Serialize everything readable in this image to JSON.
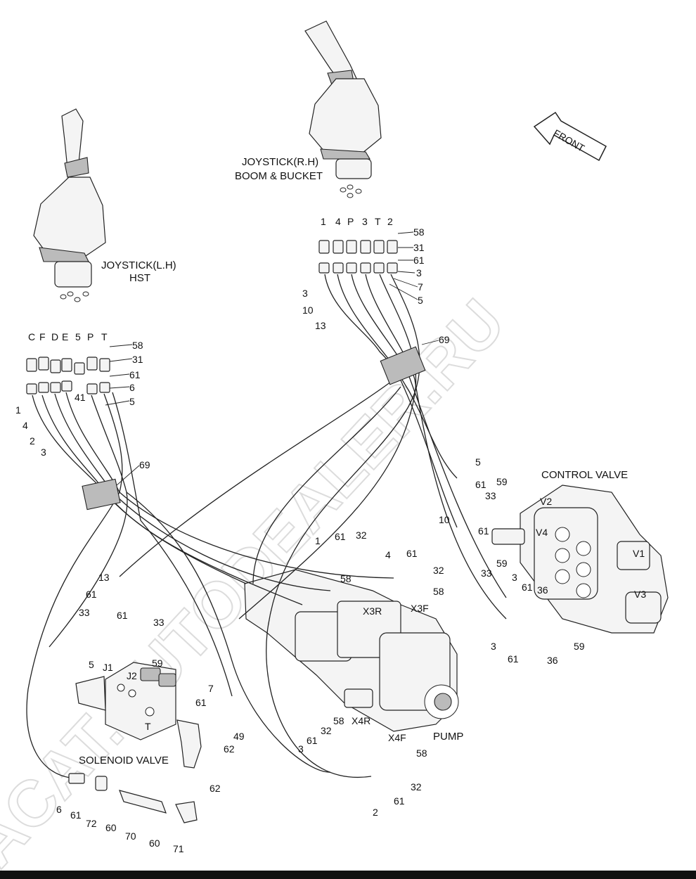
{
  "watermark": "ACAT.AUTODEALER.RU",
  "front_arrow": "FRONT",
  "assemblies": {
    "joystick_lh": "JOYSTICK(L.H)",
    "joystick_lh_sub": "HST",
    "joystick_rh": "JOYSTICK(R.H)",
    "joystick_rh_sub": "BOOM & BUCKET",
    "control_valve": "CONTROL VALVE",
    "solenoid_valve": "SOLENOID VALVE",
    "pump": "PUMP"
  },
  "ports": {
    "lh": [
      "C",
      "F",
      "D",
      "E",
      "5",
      "P",
      "T"
    ],
    "rh": [
      "1",
      "4",
      "P",
      "3",
      "T",
      "2"
    ],
    "pump": [
      "X3R",
      "X3F",
      "X4R",
      "X4F"
    ],
    "valve": [
      "V2",
      "V4",
      "V1",
      "V3"
    ],
    "solenoid": [
      "J1",
      "J2",
      "T"
    ]
  },
  "callouts": {
    "lh_58": "58",
    "lh_31": "31",
    "lh_61": "61",
    "lh_6": "6",
    "lh_5": "5",
    "lh_41": "41",
    "lh_1": "1",
    "lh_4": "4",
    "lh_2": "2",
    "lh_3": "3",
    "lh_69": "69",
    "rh_58": "58",
    "rh_31": "31",
    "rh_61": "61",
    "rh_3a": "3",
    "rh_7": "7",
    "rh_5": "5",
    "rh_3b": "3",
    "rh_10": "10",
    "rh_13": "13",
    "rh_69": "69",
    "cv_5": "5",
    "cv_61a": "61",
    "cv_59a": "59",
    "cv_33a": "33",
    "cv_10": "10",
    "cv_61b": "61",
    "cv_59b": "59",
    "cv_33b": "33",
    "cv_3a": "3",
    "cv_61c": "61",
    "cv_36a": "36",
    "cv_3b": "3",
    "cv_61d": "61",
    "cv_36b": "36",
    "cv_59c": "59",
    "p_1": "1",
    "p_61a": "61",
    "p_32a": "32",
    "p_58a": "58",
    "p_4": "4",
    "p_61b": "61",
    "p_32b": "32",
    "p_58b": "58",
    "p_58c": "58",
    "p_32c": "32",
    "p_61c": "61",
    "p_3": "3",
    "p_58d": "58",
    "p_32d": "32",
    "p_61d": "61",
    "p_2": "2",
    "s_13": "13",
    "s_61a": "61",
    "s_33a": "33",
    "s_61b": "61",
    "s_33b": "33",
    "s_5": "5",
    "s_59": "59",
    "s_7": "7",
    "s_61c": "61",
    "s_49": "49",
    "s_62a": "62",
    "s_62b": "62",
    "b_6": "6",
    "b_61": "61",
    "b_72": "72",
    "b_60a": "60",
    "b_70": "70",
    "b_60b": "60",
    "b_71": "71"
  }
}
